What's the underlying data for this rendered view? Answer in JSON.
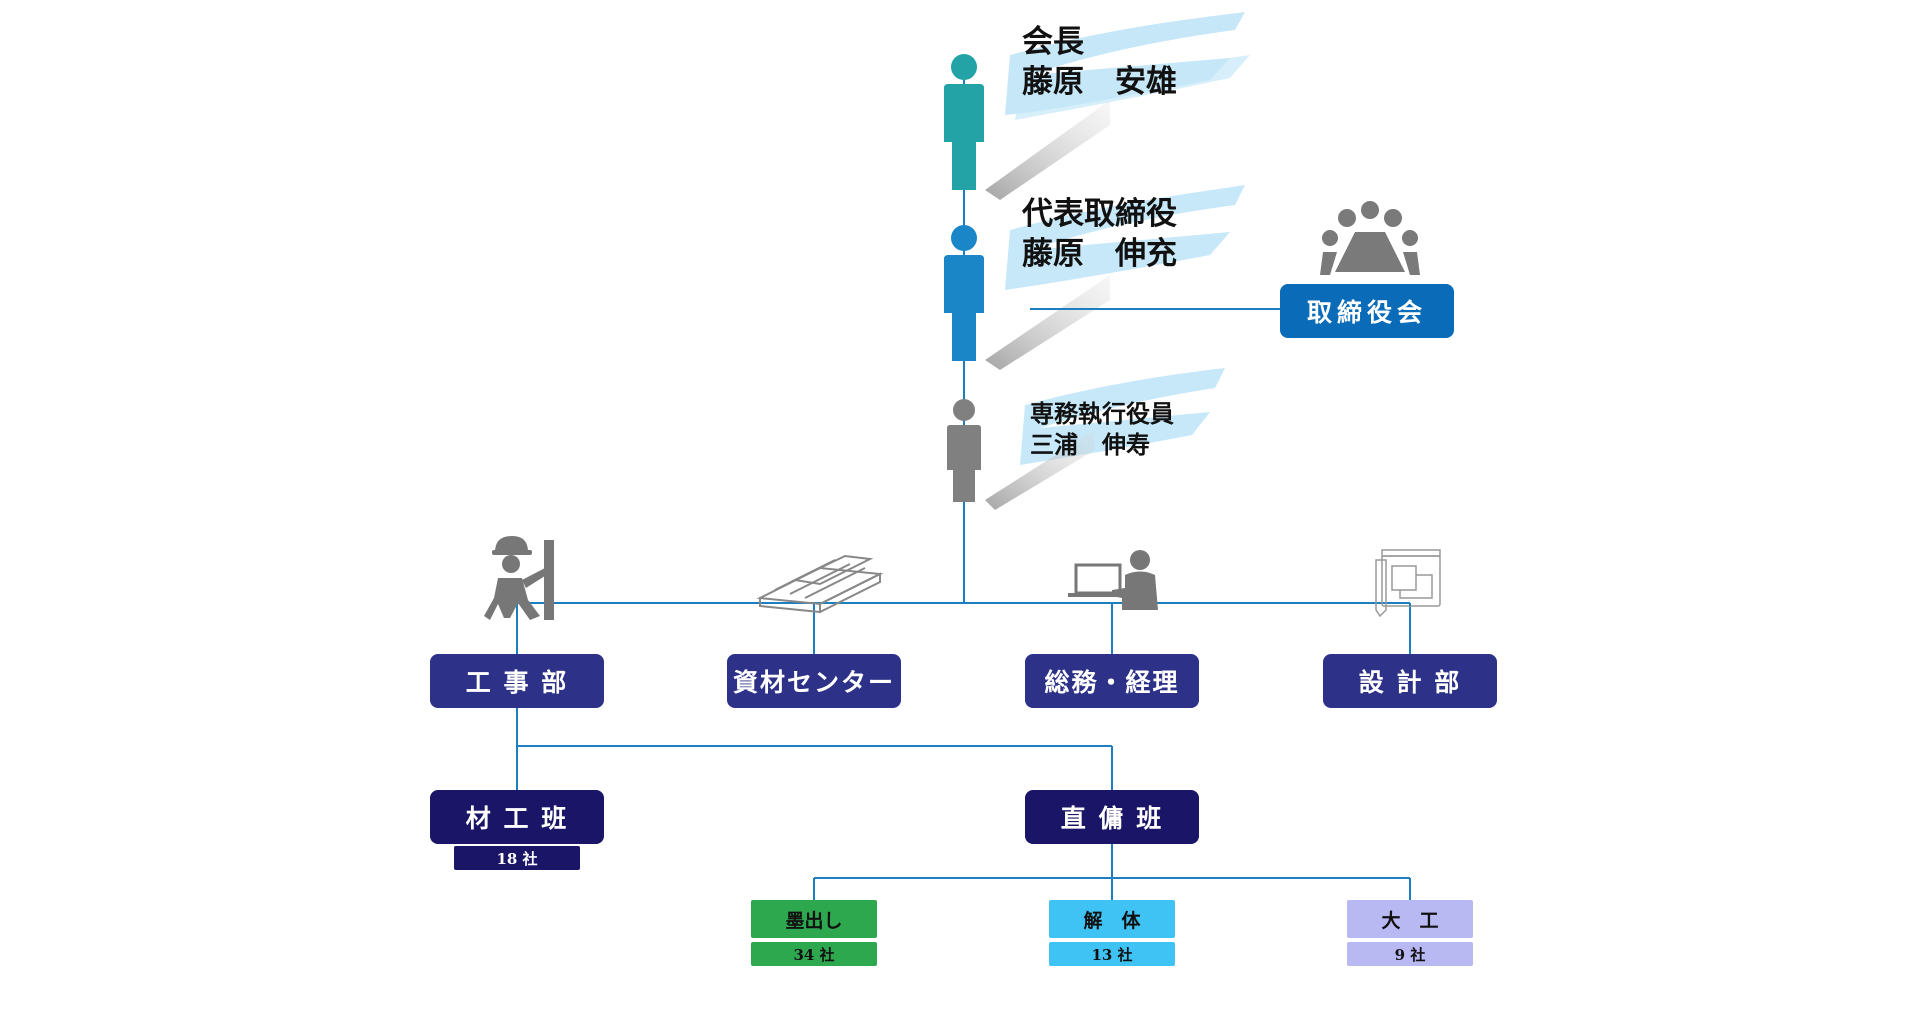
{
  "executives": [
    {
      "title": "会長",
      "name": "藤原　安雄",
      "color": "#23a3a6"
    },
    {
      "title": "代表取締役",
      "name": "藤原　伸充",
      "color": "#1a86c8"
    },
    {
      "title": "専務執行役員",
      "name": "三浦　伸寿",
      "color": "#808080"
    }
  ],
  "board": {
    "label": "取締役会",
    "color": "#0a6bb8"
  },
  "departments": [
    {
      "label": "工 事 部",
      "icon": "construction-worker-icon"
    },
    {
      "label": "資材センター",
      "icon": "lumber-stack-icon"
    },
    {
      "label": "総務・経理",
      "icon": "office-worker-icon"
    },
    {
      "label": "設 計 部",
      "icon": "blueprint-icon"
    }
  ],
  "teams": [
    {
      "label": "材 工 班",
      "count": "18 社"
    },
    {
      "label": "直 傭 班"
    }
  ],
  "trades": [
    {
      "label": "墨出し",
      "count": "34 社",
      "color": "#2ea84f",
      "text_color": "#111111"
    },
    {
      "label": "解　体",
      "count": "13 社",
      "color": "#3fc3f5",
      "text_color": "#111111"
    },
    {
      "label": "大　工",
      "count": "9 社",
      "color": "#b8b8f2",
      "text_color": "#111111"
    }
  ],
  "colors": {
    "connector": "#1e7fc0",
    "dept_box": "#2e3188",
    "team_box": "#1a1566"
  }
}
